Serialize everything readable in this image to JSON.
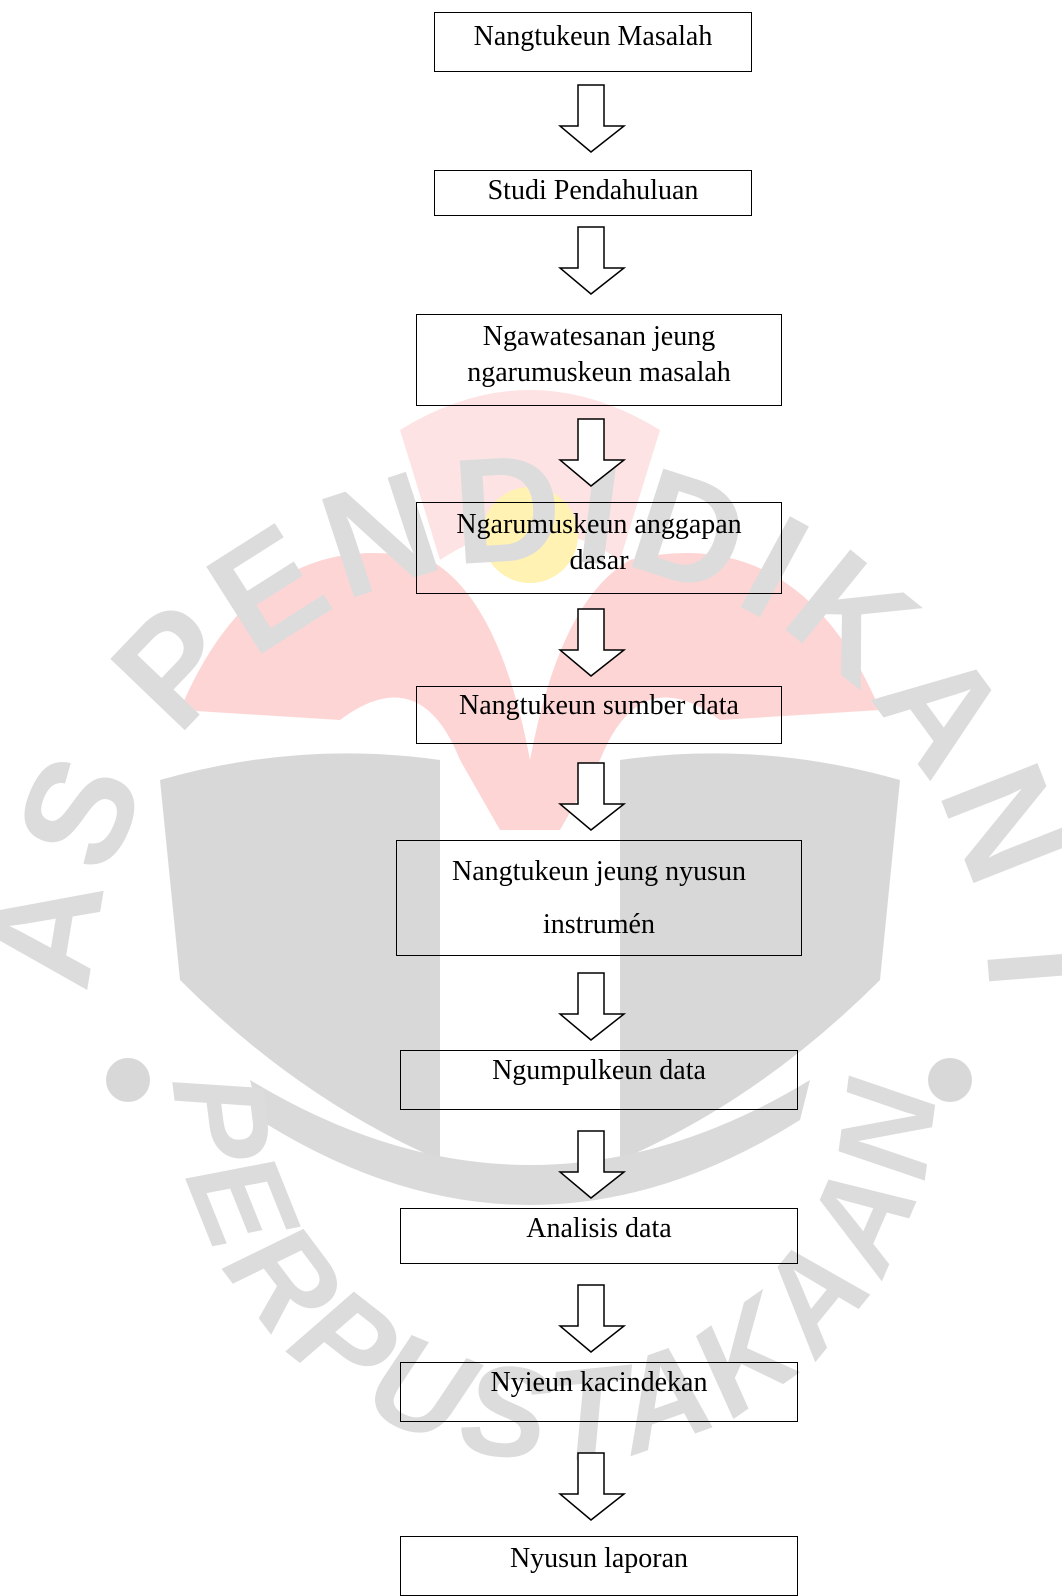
{
  "colors": {
    "box_border": "#000000",
    "text": "#000000",
    "watermark_grey": "#d3d3d3",
    "watermark_red": "#fdd5d5",
    "watermark_yellow": "#fff2b3"
  },
  "watermark": {
    "ring_text_top": "UNIVERSITAS PENDIDIKAN INDONESIA",
    "ring_text_bottom": "PERPUSTAKAAN"
  },
  "steps": [
    {
      "lines": [
        "Nangtukeun Masalah"
      ]
    },
    {
      "lines": [
        "Studi Pendahuluan"
      ]
    },
    {
      "lines": [
        "Ngawatesanan jeung",
        "ngarumuskeun masalah"
      ]
    },
    {
      "lines": [
        "Ngarumuskeun anggapan",
        "dasar"
      ]
    },
    {
      "lines": [
        "Nangtukeun sumber data"
      ]
    },
    {
      "lines": [
        "Nangtukeun jeung nyusun",
        "instrumén"
      ]
    },
    {
      "lines": [
        "Ngumpulkeun data"
      ]
    },
    {
      "lines": [
        "Analisis data"
      ]
    },
    {
      "lines": [
        "Nyieun kacindekan"
      ]
    },
    {
      "lines": [
        "Nyusun laporan"
      ]
    }
  ]
}
